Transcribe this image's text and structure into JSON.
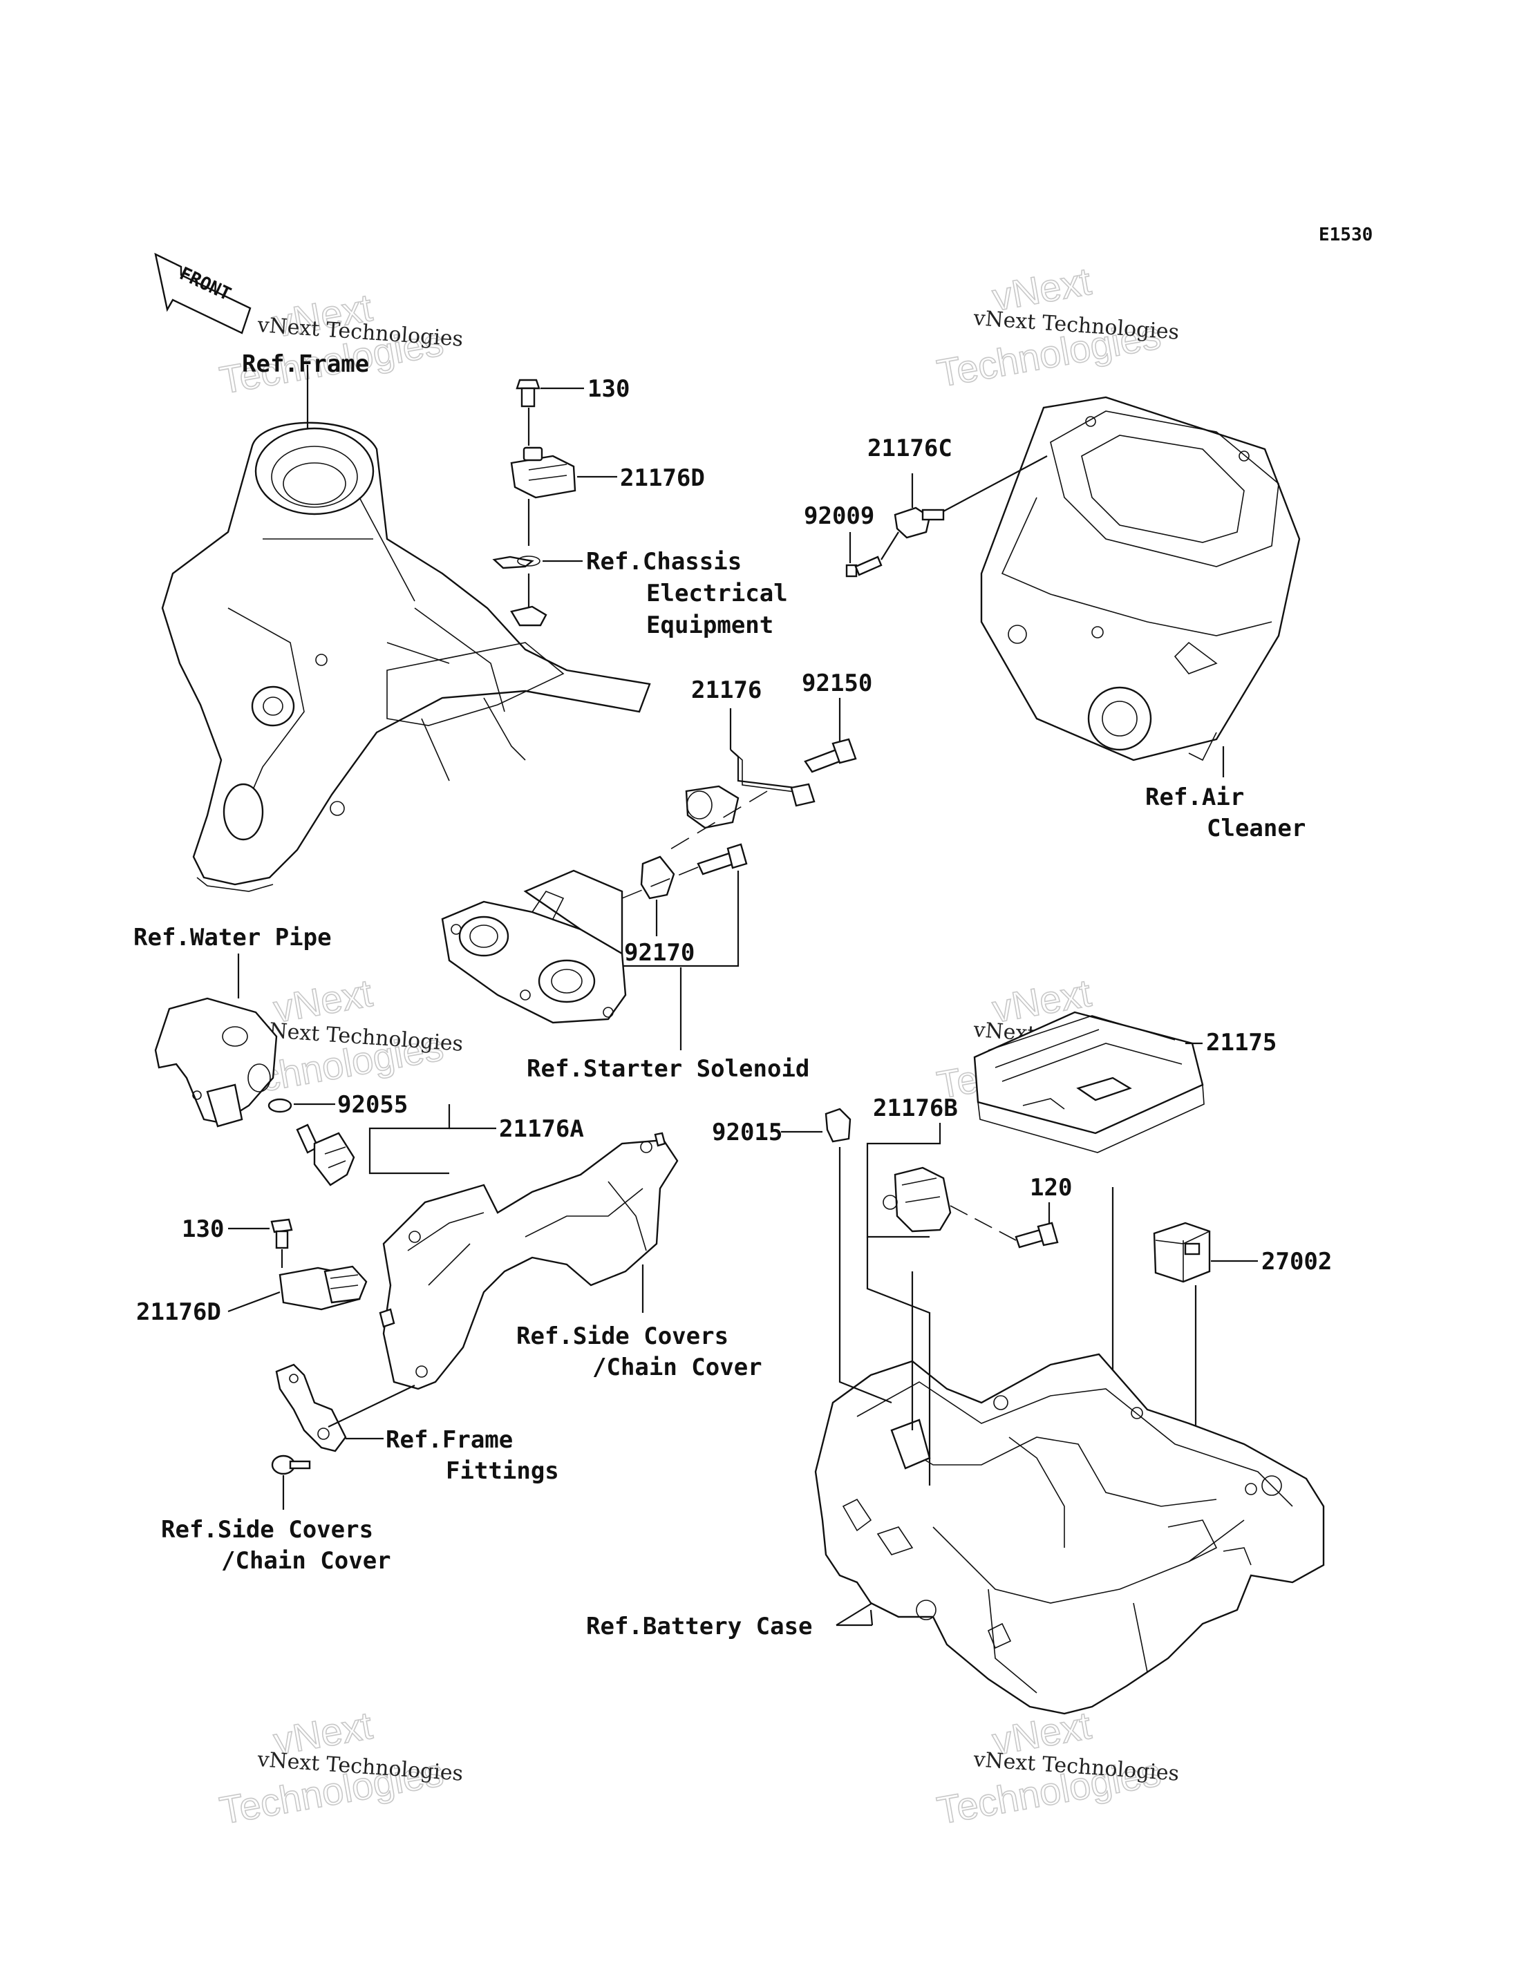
{
  "diagram": {
    "code": "E1530",
    "front_label": "FRONT",
    "watermark": {
      "line1": "vNext Technologies",
      "line2": "vNext",
      "line3": "Technologies"
    },
    "labels": {
      "ref_frame": "Ref.Frame",
      "p130_top": "130",
      "p21176D_top": "21176D",
      "ref_chassis_1": "Ref.Chassis",
      "ref_chassis_2": "Electrical",
      "ref_chassis_3": "Equipment",
      "p21176C": "21176C",
      "p92009": "92009",
      "p21176": "21176",
      "p92150": "92150",
      "ref_air_1": "Ref.Air",
      "ref_air_2": "Cleaner",
      "p92170": "92170",
      "ref_water_pipe": "Ref.Water Pipe",
      "ref_starter": "Ref.Starter Solenoid",
      "p21175": "21175",
      "p92055": "92055",
      "p21176A": "21176A",
      "p92015": "92015",
      "p21176B": "21176B",
      "p120": "120",
      "p130_bottom": "130",
      "p27002": "27002",
      "p21176D_bottom": "21176D",
      "ref_side_covers_1a": "Ref.Side Covers",
      "ref_side_covers_1b": "/Chain Cover",
      "ref_frame_fit_1": "Ref.Frame",
      "ref_frame_fit_2": "Fittings",
      "ref_side_covers_2a": "Ref.Side Covers",
      "ref_side_covers_2b": "/Chain Cover",
      "ref_battery": "Ref.Battery Case"
    }
  }
}
